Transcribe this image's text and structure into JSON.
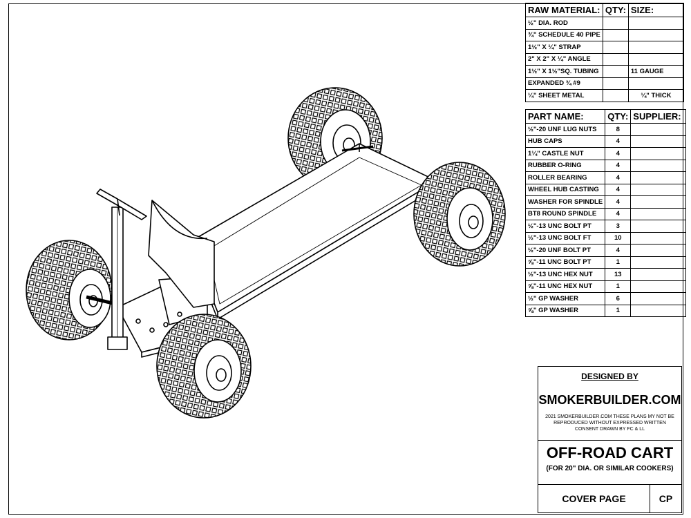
{
  "raw_material": {
    "headers": [
      "RAW MATERIAL:",
      "QTY:",
      "SIZE:"
    ],
    "rows": [
      {
        "name": "½\" DIA. ROD",
        "qty": "",
        "size": ""
      },
      {
        "name": "¾\" SCHEDULE 40 PIPE",
        "qty": "",
        "size": ""
      },
      {
        "name": "1½\" X ¼\" STRAP",
        "qty": "",
        "size": ""
      },
      {
        "name": "2\" X 2\" X ¼\" ANGLE",
        "qty": "",
        "size": ""
      },
      {
        "name": "1½\" X 1½\"SQ. TUBING",
        "qty": "",
        "size": "11 GAUGE"
      },
      {
        "name": "EXPANDED ¾ #9",
        "qty": "",
        "size": ""
      },
      {
        "name": "¼\" SHEET METAL",
        "qty": "",
        "size": "¼\" THICK"
      }
    ]
  },
  "parts": {
    "headers": [
      "PART NAME:",
      "QTY:",
      "SUPPLIER:"
    ],
    "rows": [
      {
        "name": "½\"-20 UNF LUG NUTS",
        "qty": "8",
        "supplier": ""
      },
      {
        "name": "HUB CAPS",
        "qty": "4",
        "supplier": ""
      },
      {
        "name": "1¼\" CASTLE NUT",
        "qty": "4",
        "supplier": ""
      },
      {
        "name": "RUBBER O-RING",
        "qty": "4",
        "supplier": ""
      },
      {
        "name": "ROLLER BEARING",
        "qty": "4",
        "supplier": ""
      },
      {
        "name": "WHEEL HUB CASTING",
        "qty": "4",
        "supplier": ""
      },
      {
        "name": "WASHER FOR SPINDLE",
        "qty": "4",
        "supplier": ""
      },
      {
        "name": "BT8 ROUND SPINDLE",
        "qty": "4",
        "supplier": ""
      },
      {
        "name": "½\"-13 UNC BOLT PT",
        "qty": "3",
        "supplier": ""
      },
      {
        "name": "½\"-13 UNC BOLT FT",
        "qty": "10",
        "supplier": ""
      },
      {
        "name": "½\"-20 UNF BOLT PT",
        "qty": "4",
        "supplier": ""
      },
      {
        "name": "⅝\"-11 UNC BOLT PT",
        "qty": "1",
        "supplier": ""
      },
      {
        "name": "½\"-13 UNC HEX NUT",
        "qty": "13",
        "supplier": ""
      },
      {
        "name": "⅝\"-11 UNC HEX NUT",
        "qty": "1",
        "supplier": ""
      },
      {
        "name": "½\" GP WASHER",
        "qty": "6",
        "supplier": ""
      },
      {
        "name": "⅝\" GP WASHER",
        "qty": "1",
        "supplier": ""
      }
    ]
  },
  "title_block": {
    "designed_by": "DESIGNED BY",
    "site": "SMOKERBUILDER.COM",
    "note": "2021 SMOKERBUILDER.COM THESE PLANS MY NOT BE REPRODUCED WITHOUT EXPRESSED WRITTEN CONSENT DRAWN BY FC & LL",
    "title": "OFF-ROAD CART",
    "subtitle": "(FOR 20\" DIA. OR SIMILAR COOKERS)",
    "sheet_name": "COVER PAGE",
    "sheet_code": "CP"
  }
}
